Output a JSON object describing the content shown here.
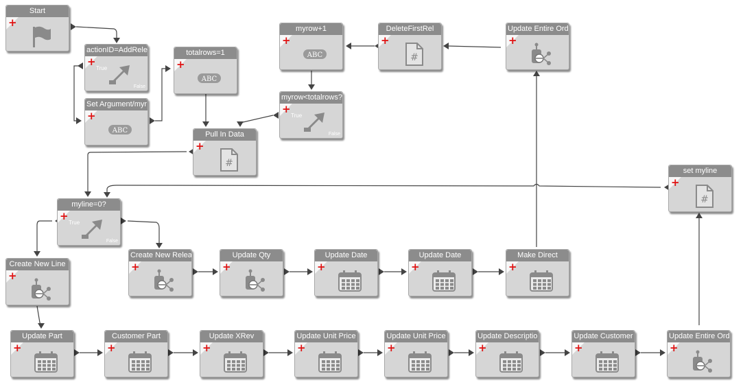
{
  "colors": {
    "node_fill": "#d6d6d6",
    "title_bar": "#8c8c8c",
    "wire": "#444444",
    "plus": "#e01010"
  },
  "nodes": [
    {
      "id": "start",
      "title": "Start",
      "icon": "flag-icon",
      "branch": false
    },
    {
      "id": "actionid",
      "title": "actionID=AddRelea",
      "icon": "decision-arrow-icon",
      "branch": true,
      "true_label": "True",
      "false_label": "False"
    },
    {
      "id": "setarg",
      "title": "Set Argument/myr",
      "icon": "abc-text-icon",
      "branch": false
    },
    {
      "id": "totalrows",
      "title": "totalrows=1",
      "icon": "abc-text-icon",
      "branch": false
    },
    {
      "id": "pullin",
      "title": "Pull In Data",
      "icon": "document-hash-icon",
      "branch": false
    },
    {
      "id": "myrowplus",
      "title": "myrow+1",
      "icon": "abc-text-icon",
      "branch": false
    },
    {
      "id": "deletefirst",
      "title": "DeleteFirstRel",
      "icon": "document-hash-icon",
      "branch": false
    },
    {
      "id": "updentire1",
      "title": "Update Entire Orde",
      "icon": "database-network-icon",
      "branch": false
    },
    {
      "id": "myrowcmp",
      "title": "myrow<totalrows?",
      "icon": "decision-arrow-icon",
      "branch": true,
      "true_label": "True",
      "false_label": "False"
    },
    {
      "id": "myline0",
      "title": "myline=0?",
      "icon": "decision-arrow-icon",
      "branch": true,
      "true_label": "True",
      "false_label": "False"
    },
    {
      "id": "setmyline",
      "title": "set myline",
      "icon": "document-hash-icon",
      "branch": false
    },
    {
      "id": "createline",
      "title": "Create New Line",
      "icon": "database-network-icon",
      "branch": false
    },
    {
      "id": "createrel",
      "title": "Create New Releas",
      "icon": "database-network-icon",
      "branch": false
    },
    {
      "id": "updqty",
      "title": "Update Qty",
      "icon": "database-network-icon",
      "branch": false
    },
    {
      "id": "upddate1",
      "title": "Update Date",
      "icon": "calendar-icon",
      "branch": false
    },
    {
      "id": "upddate2",
      "title": "Update Date",
      "icon": "calendar-icon",
      "branch": false
    },
    {
      "id": "makedirect",
      "title": "Make Direct",
      "icon": "calendar-icon",
      "branch": false
    },
    {
      "id": "updpart",
      "title": "Update Part",
      "icon": "calendar-icon",
      "branch": false
    },
    {
      "id": "custpart",
      "title": "Customer Part",
      "icon": "calendar-icon",
      "branch": false
    },
    {
      "id": "updxrev",
      "title": "Update XRev",
      "icon": "calendar-icon",
      "branch": false
    },
    {
      "id": "updprice1",
      "title": "Update Unit Price",
      "icon": "calendar-icon",
      "branch": false
    },
    {
      "id": "updprice2",
      "title": "Update Unit Price",
      "icon": "calendar-icon",
      "branch": false
    },
    {
      "id": "upddesc",
      "title": "Update Descriptio",
      "icon": "calendar-icon",
      "branch": false
    },
    {
      "id": "updcust",
      "title": "Update Customer",
      "icon": "calendar-icon",
      "branch": false
    },
    {
      "id": "updentire2",
      "title": "Update Entire Orde",
      "icon": "database-network-icon",
      "branch": false
    }
  ]
}
